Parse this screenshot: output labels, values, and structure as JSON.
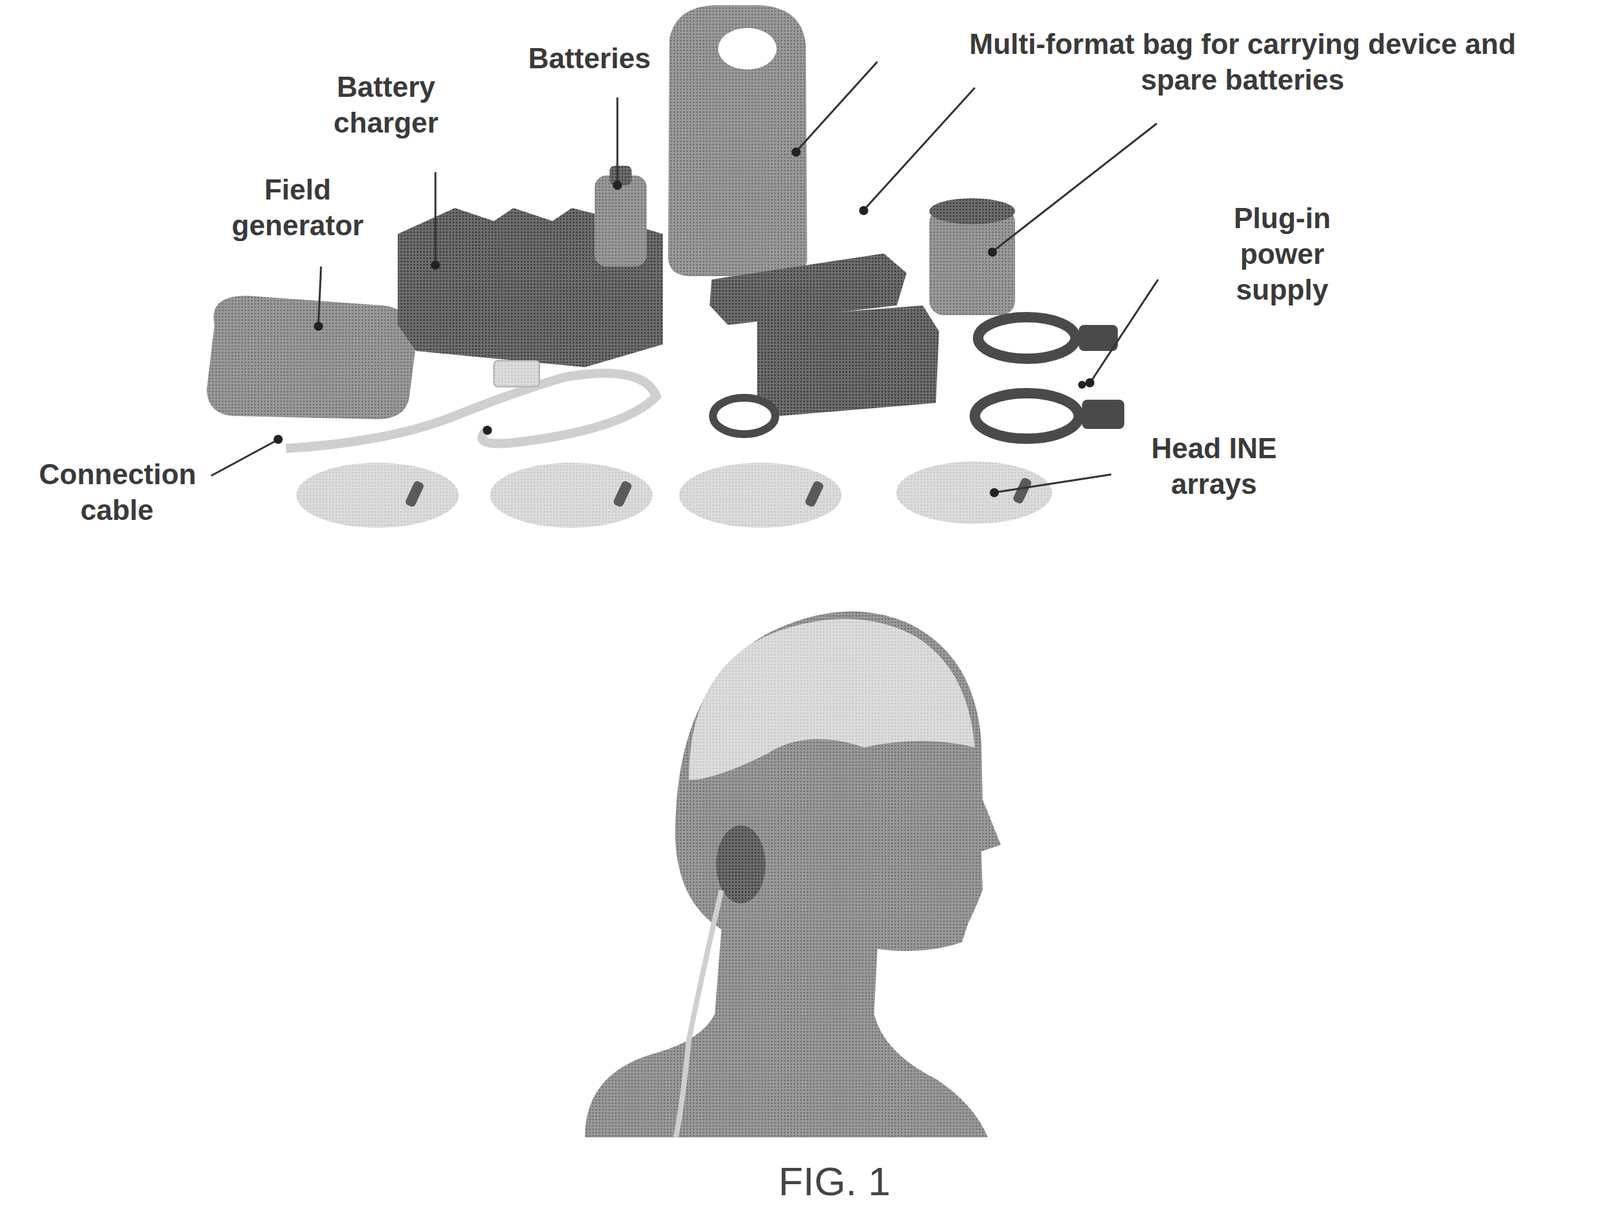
{
  "diagram": {
    "caption": "FIG. 1",
    "labels": [
      "Batteries",
      "Multi-format bag for carrying device and spare batteries",
      "Battery charger",
      "Field generator",
      "Plug-in power supply",
      "Head INE arrays",
      "Connection cable"
    ]
  }
}
